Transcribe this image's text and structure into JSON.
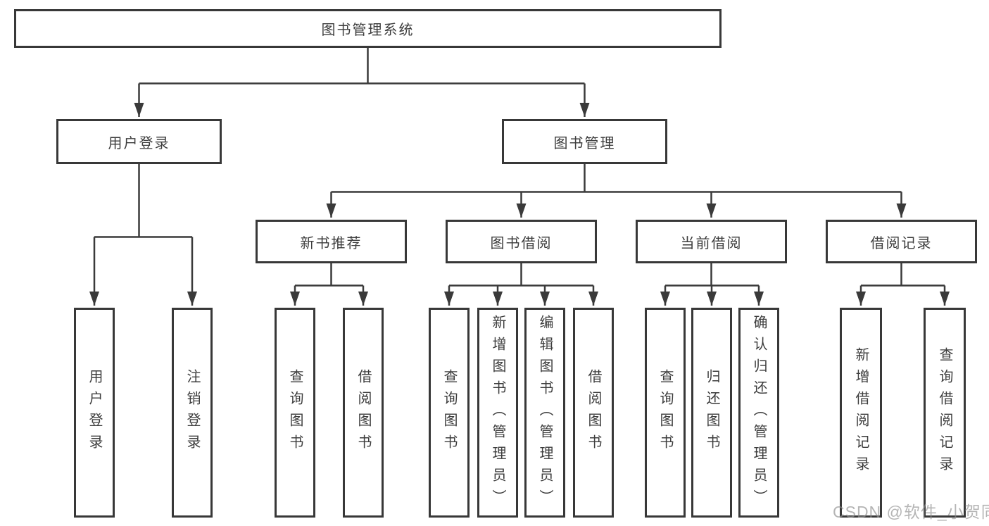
{
  "diagram": {
    "title": "图书管理系统",
    "level2": [
      {
        "label": "用户登录"
      },
      {
        "label": "图书管理"
      }
    ],
    "level3": [
      {
        "label": "新书推荐"
      },
      {
        "label": "图书借阅"
      },
      {
        "label": "当前借阅"
      },
      {
        "label": "借阅记录"
      }
    ],
    "leaves": {
      "user": [
        "用户登录",
        "注销登录"
      ],
      "new_books": [
        "查询图书",
        "借阅图书"
      ],
      "borrow": [
        "查询图书",
        "新增图书（管理员）",
        "编辑图书（管理员）",
        "借阅图书"
      ],
      "current": [
        "查询图书",
        "归还图书",
        "确认归还（管理员）"
      ],
      "records": [
        "新增借阅记录",
        "查询借阅记录"
      ]
    },
    "line_color": "#3a3a3a",
    "box_border_color": "#383838",
    "text_color": "#3d3d3d"
  },
  "watermark": {
    "text": "CSDN @软件_小贺同学",
    "color": "#8f8f8f"
  }
}
